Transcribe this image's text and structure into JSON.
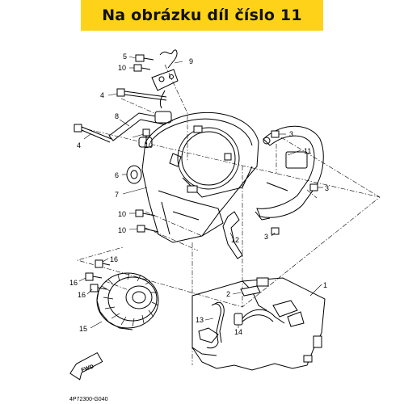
{
  "banner": {
    "title": "Na obrázku díl číslo 11"
  },
  "diagram": {
    "code": "4P72300-G040",
    "fwd_label": "FWD",
    "callouts": [
      "5",
      "9",
      "10",
      "4",
      "8",
      "10",
      "4",
      "6",
      "7",
      "10",
      "10",
      "3",
      "11",
      "3",
      "3",
      "12",
      "16",
      "16",
      "16",
      "15",
      "1",
      "2",
      "13",
      "14"
    ]
  }
}
